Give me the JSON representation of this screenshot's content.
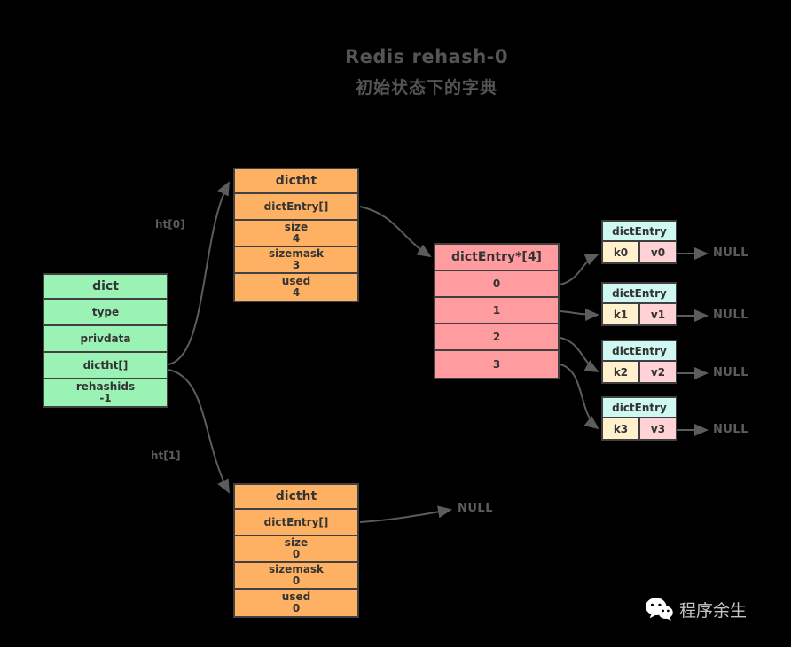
{
  "title": {
    "line1": "Redis rehash-0",
    "line2": "初始状态下的字典"
  },
  "dict": {
    "header": "dict",
    "rows": [
      {
        "line1": "type"
      },
      {
        "line1": "privdata"
      },
      {
        "line1": "dictht[]"
      },
      {
        "line1": "rehashids",
        "line2": "-1"
      }
    ]
  },
  "ht0": {
    "label": "ht[0]",
    "header": "dictht",
    "rows": [
      {
        "line1": "dictEntry[]"
      },
      {
        "line1": "size",
        "line2": "4"
      },
      {
        "line1": "sizemask",
        "line2": "3"
      },
      {
        "line1": "used",
        "line2": "4"
      }
    ]
  },
  "ht1": {
    "label": "ht[1]",
    "header": "dictht",
    "null_label": "NULL",
    "rows": [
      {
        "line1": "dictEntry[]"
      },
      {
        "line1": "size",
        "line2": "0"
      },
      {
        "line1": "sizemask",
        "line2": "0"
      },
      {
        "line1": "used",
        "line2": "0"
      }
    ]
  },
  "entry_array": {
    "header": "dictEntry*[4]",
    "slots": [
      "0",
      "1",
      "2",
      "3"
    ]
  },
  "entries": [
    {
      "header": "dictEntry",
      "key": "k0",
      "value": "v0",
      "next": "NULL"
    },
    {
      "header": "dictEntry",
      "key": "k1",
      "value": "v1",
      "next": "NULL"
    },
    {
      "header": "dictEntry",
      "key": "k2",
      "value": "v2",
      "next": "NULL"
    },
    {
      "header": "dictEntry",
      "key": "k3",
      "value": "v3",
      "next": "NULL"
    }
  ],
  "watermark": {
    "text": "程序余生"
  },
  "colors": {
    "bg": "#000000",
    "ink": "#333333",
    "border": "#404040",
    "arrow": "#5c5c5c",
    "muted": "#545454",
    "green": "#9af2b5",
    "orange": "#ffb163",
    "pink": "#ff9ca0",
    "cyan": "#cff8f2",
    "cream": "#fff0ce",
    "vpink": "#ffd3d6",
    "wm": "#c4c4c4",
    "edge": "#ffffff"
  }
}
